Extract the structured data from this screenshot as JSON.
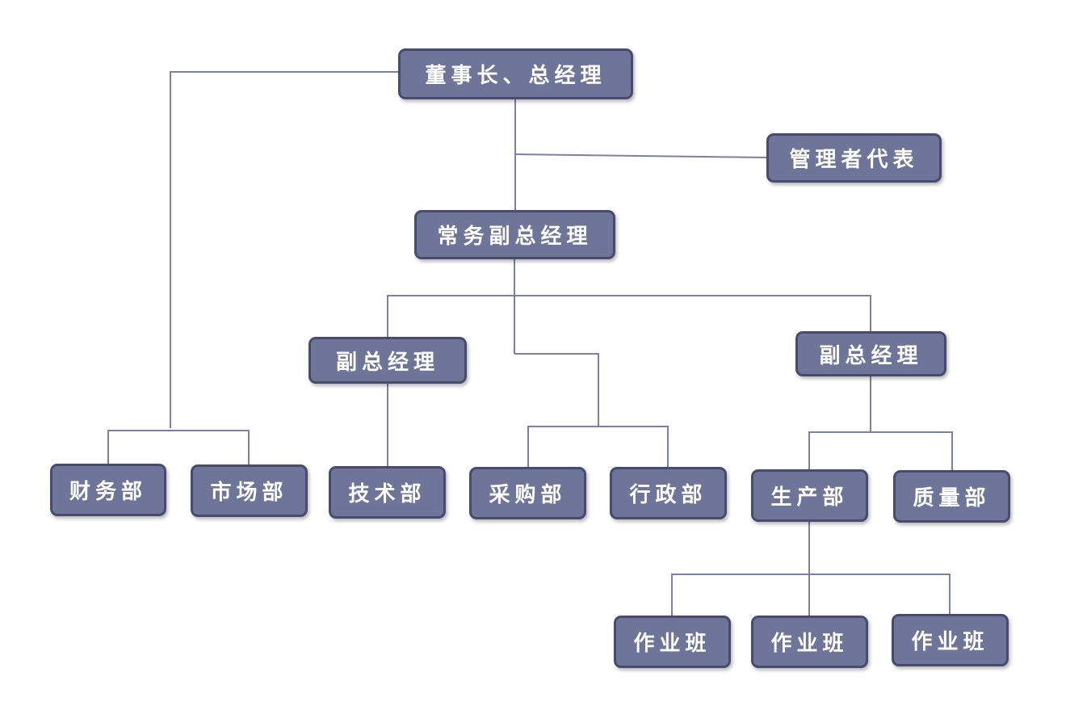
{
  "org_chart": {
    "chairman": "董事长、总经理",
    "management_rep": "管理者代表",
    "executive_vp": "常务副总经理",
    "vp_left": "副总经理",
    "vp_right": "副总经理",
    "departments": {
      "finance": "财务部",
      "marketing": "市场部",
      "technology": "技术部",
      "purchasing": "采购部",
      "administration": "行政部",
      "production": "生产部",
      "quality": "质量部"
    },
    "teams": [
      "作业班",
      "作业班",
      "作业班"
    ]
  },
  "colors": {
    "node_fill": "#6f7599",
    "node_border": "#474c6e",
    "node_text": "#ffffff",
    "connector": "#7b80a4"
  }
}
